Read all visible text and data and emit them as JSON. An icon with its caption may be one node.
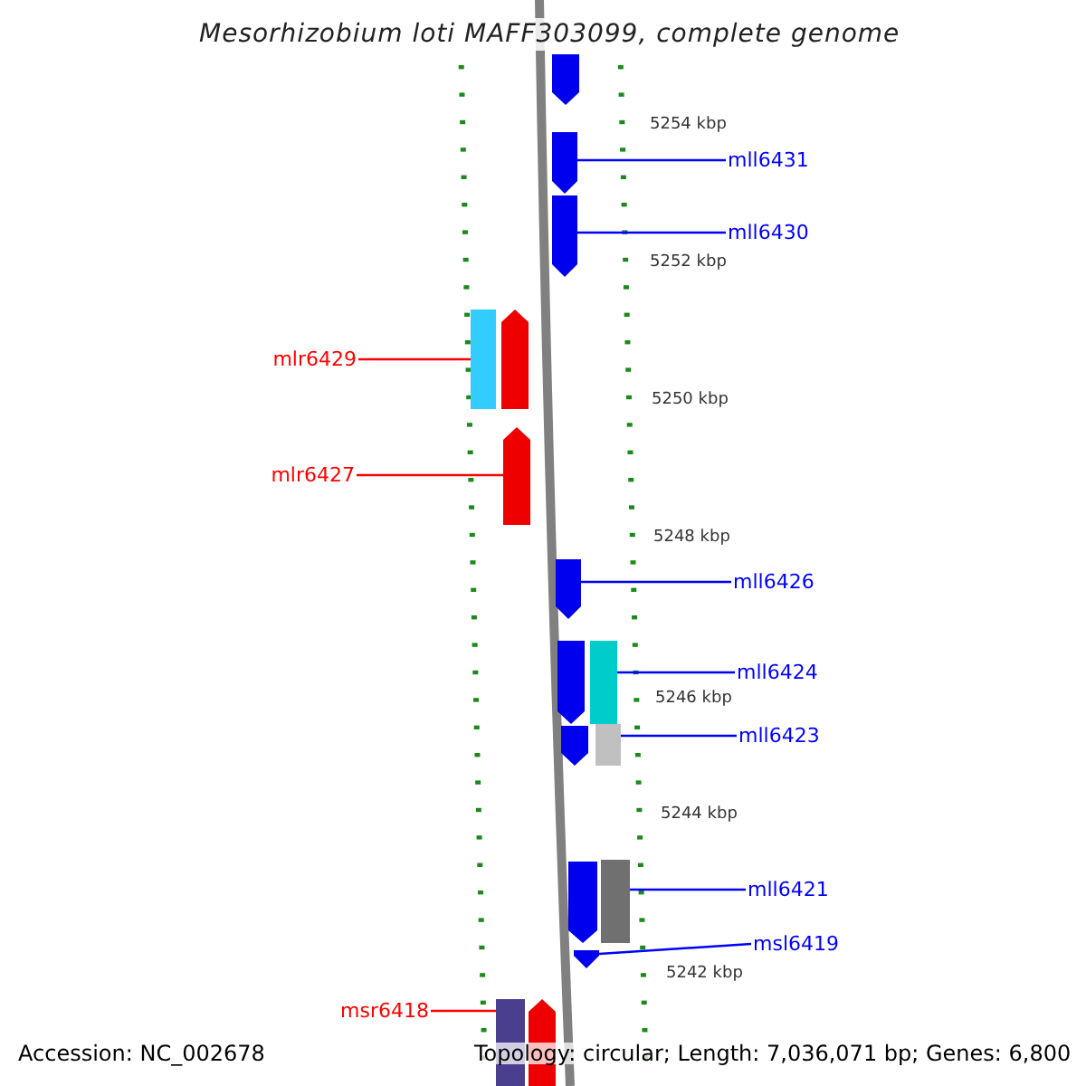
{
  "diagram": {
    "title": "Mesorhizobium loti MAFF303099, complete genome",
    "nodes": [
      {
        "text": [
          "mll6431"
        ]
      },
      {
        "text": [],
        "shape": "pentagon"
      },
      {
        "text": [
          "mll6430"
        ]
      },
      {
        "text": [],
        "shape": "pentagon"
      },
      {
        "text": [
          "mlr6429"
        ]
      },
      {
        "text": [],
        "shape": "box"
      },
      {
        "text": [
          "mlr6427"
        ]
      },
      {
        "text": [],
        "shape": "pentagon"
      },
      {
        "text": [
          "mll6426"
        ]
      },
      {
        "text": [],
        "shape": "pentagon"
      },
      {
        "text": [
          "mll6424"
        ]
      },
      {
        "text": [],
        "shape": "box"
      },
      {
        "text": [
          "mll6423"
        ]
      },
      {
        "text": [],
        "shape": "box"
      },
      {
        "text": [
          "mll6421"
        ]
      },
      {
        "text": [],
        "shape": "box"
      },
      {
        "text": [
          "msl6419"
        ]
      },
      {
        "text": [],
        "shape": "pentagon"
      },
      {
        "text": [
          "msr6418"
        ]
      },
      {
        "text": [],
        "shape": "box"
      },
      {
        "text": [],
        "shape": "pentagon"
      },
      {
        "text": [],
        "shape": "pentagon"
      },
      {
        "text": [],
        "shape": "pentagon"
      },
      {
        "text": [],
        "shape": "pentagon"
      },
      {
        "text": [],
        "shape": "pentagon"
      },
      {
        "text": [],
        "shape": "pentagon"
      }
    ],
    "edges": [
      {
        "from": 0,
        "to": 1,
        "arrow": "none"
      },
      {
        "from": 2,
        "to": 3,
        "arrow": "none"
      },
      {
        "from": 4,
        "to": 5,
        "arrow": "none",
        "color": "#ff0000"
      },
      {
        "from": 6,
        "to": 7,
        "arrow": "none",
        "color": "#ff0000"
      },
      {
        "from": 8,
        "to": 9,
        "arrow": "none"
      },
      {
        "from": 10,
        "to": 11,
        "arrow": "none"
      },
      {
        "from": 12,
        "to": 13,
        "arrow": "none"
      },
      {
        "from": 14,
        "to": 15,
        "arrow": "none"
      },
      {
        "from": 16,
        "to": 17,
        "arrow": "none"
      },
      {
        "from": 18,
        "to": 19,
        "arrow": "none",
        "color": "#ff0000"
      }
    ],
    "labels": [
      "5254 kbp",
      "5252 kbp",
      "5250 kbp",
      "5248 kbp",
      "5246 kbp",
      "5244 kbp",
      "5242 kbp",
      "Accession: NC_002678",
      "Topology: circular; Length: 7,036,071 bp; Genes: 6,800"
    ]
  }
}
